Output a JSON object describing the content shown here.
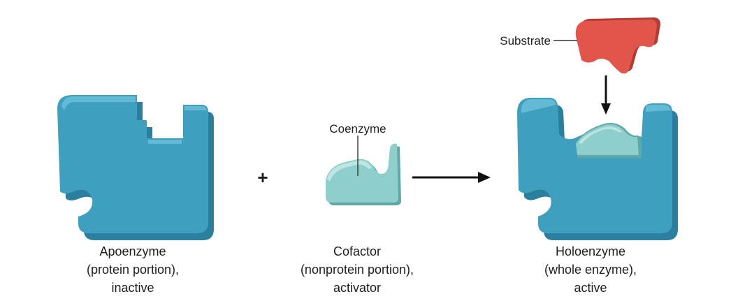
{
  "diagram": {
    "operator_plus": "+",
    "apoenzyme": {
      "line1": "Apoenzyme",
      "line2": "(protein portion),",
      "line3": "inactive"
    },
    "cofactor": {
      "line1": "Cofactor",
      "line2": "(nonprotein portion),",
      "line3": "activator"
    },
    "holoenzyme": {
      "line1": "Holoenzyme",
      "line2": "(whole enzyme),",
      "line3": "active"
    },
    "coenzyme_label": "Coenzyme",
    "substrate_label": "Substrate",
    "colors": {
      "enzyme_fill": "#3E9FBE",
      "enzyme_edge": "#2B7F9E",
      "enzyme_highlight": "#63BAD5",
      "coenzyme_fill": "#8FCFCB",
      "coenzyme_edge": "#5EA9A8",
      "substrate_fill": "#E2554A",
      "substrate_edge": "#B43A32",
      "text": "#1e1e1e"
    }
  }
}
